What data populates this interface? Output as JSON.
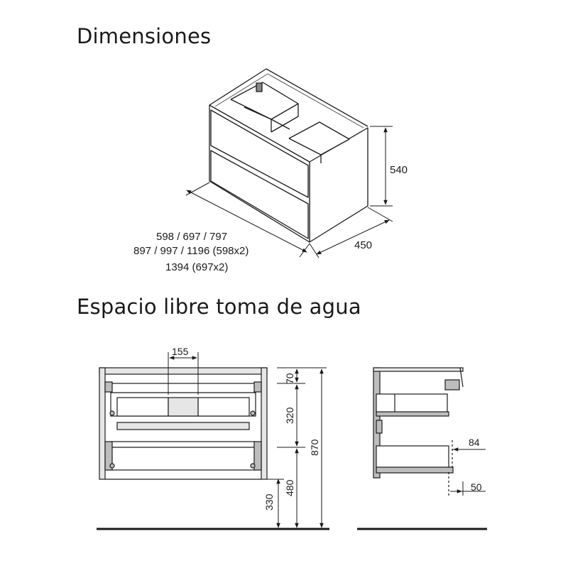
{
  "sections": {
    "dimensions_title": "Dimensiones",
    "water_title": "Espacio libre toma de agua"
  },
  "cabinet": {
    "height": "540",
    "depth": "450",
    "widths_line1": "598 / 697 / 797",
    "widths_line2": "897 / 997 / 1196 (598x2)",
    "widths_line3": "1394 (697x2)"
  },
  "front_view": {
    "gap_width": "155",
    "top_space": "70",
    "middle_space": "320",
    "total_height": "870",
    "lower_space": "480",
    "floor_clearance": "330"
  },
  "side_view": {
    "rear_offset": "84",
    "bottom_offset": "50"
  },
  "colors": {
    "line": "#1a1a1a",
    "panel_gray": "#bdbdbd",
    "light_gray": "#e6e6e6"
  }
}
